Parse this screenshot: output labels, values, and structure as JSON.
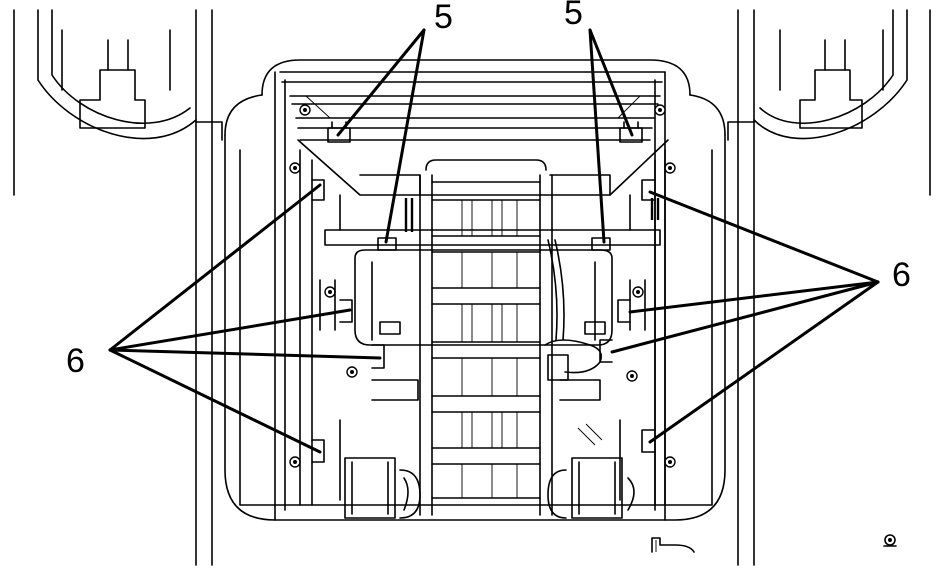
{
  "callouts": {
    "five_left": "5",
    "five_right": "5",
    "six_left": "6",
    "six_right": "6"
  },
  "colors": {
    "line": "#000000",
    "background": "#ffffff"
  },
  "icons": {
    "corner_mark": "copyright-like-symbol",
    "bottom_mark": "truck-outline-icon"
  }
}
